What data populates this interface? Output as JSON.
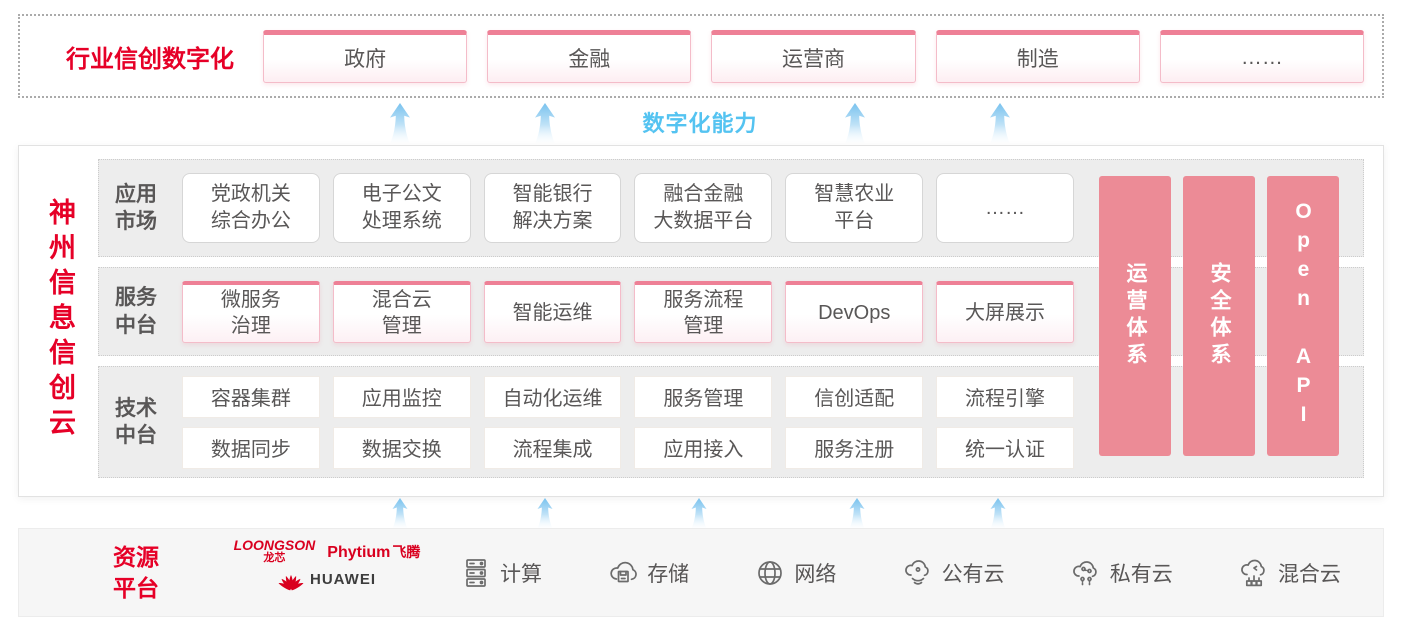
{
  "colors": {
    "brand_red": "#e60027",
    "pink_bar": "#ec8b96",
    "pink_box_top": "#ee8096",
    "capability_blue": "#54c3f1",
    "box_text_gray": "#595757"
  },
  "top_banner": {
    "label": "行业信创数字化",
    "items": [
      "政府",
      "金融",
      "运营商",
      "制造",
      "……"
    ]
  },
  "capability_label": "数字化能力",
  "platform": {
    "title": "神州信息信创云",
    "rows": [
      {
        "label_lines": [
          "应用",
          "市场"
        ],
        "items": [
          [
            "党政机关",
            "综合办公"
          ],
          [
            "电子公文",
            "处理系统"
          ],
          [
            "智能银行",
            "解决方案"
          ],
          [
            "融合金融",
            "大数据平台"
          ],
          [
            "智慧农业",
            "平台"
          ],
          [
            "……"
          ]
        ]
      },
      {
        "label_lines": [
          "服务",
          "中台"
        ],
        "items": [
          [
            "微服务",
            "治理"
          ],
          [
            "混合云",
            "管理"
          ],
          [
            "智能运维"
          ],
          [
            "服务流程",
            "管理"
          ],
          [
            "DevOps"
          ],
          [
            "大屏展示"
          ]
        ]
      },
      {
        "label_lines": [
          "技术",
          "中台"
        ],
        "grid": [
          [
            "容器集群",
            "数据同步"
          ],
          [
            "应用监控",
            "数据交换"
          ],
          [
            "自动化运维",
            "流程集成"
          ],
          [
            "服务管理",
            "应用接入"
          ],
          [
            "信创适配",
            "服务注册"
          ],
          [
            "流程引擎",
            "统一认证"
          ]
        ]
      }
    ],
    "side_bars": [
      "运营体系",
      "安全体系",
      "Open API"
    ]
  },
  "resources": {
    "label_lines": [
      "资源",
      "平台"
    ],
    "logos": {
      "loongson_en": "LOONGSON",
      "loongson_cn": "龙芯",
      "phytium_en": "Phytium",
      "phytium_cn": "飞腾",
      "huawei": "HUAWEI"
    },
    "items": [
      {
        "icon": "server-icon",
        "label": "计算"
      },
      {
        "icon": "storage-icon",
        "label": "存储"
      },
      {
        "icon": "network-icon",
        "label": "网络"
      },
      {
        "icon": "public-cloud-icon",
        "label": "公有云"
      },
      {
        "icon": "private-cloud-icon",
        "label": "私有云"
      },
      {
        "icon": "hybrid-cloud-icon",
        "label": "混合云"
      }
    ]
  }
}
